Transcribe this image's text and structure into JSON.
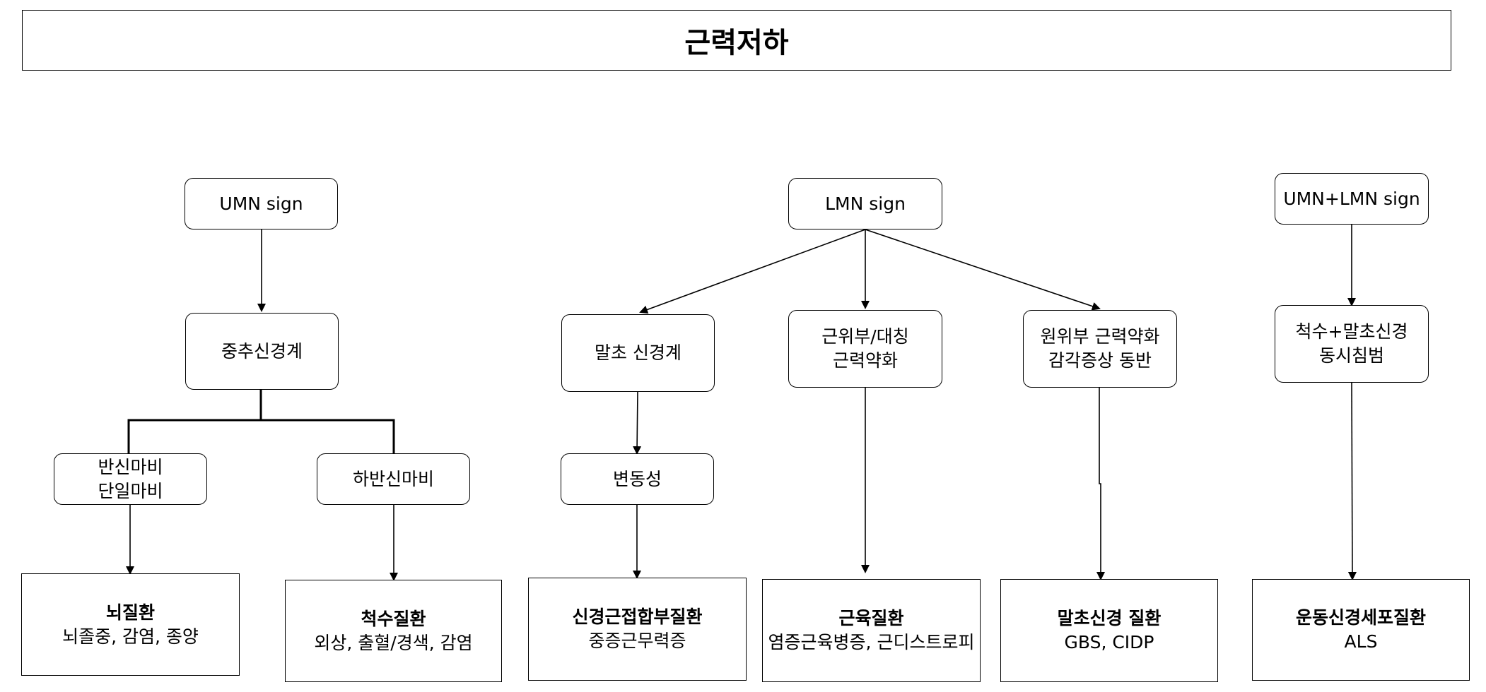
{
  "title": "근력저하",
  "branches": {
    "umn": {
      "sign": "UMN sign",
      "system": "중추신경계",
      "sub1": {
        "line1": "반신마비",
        "line2": "단일마비",
        "result_title": "뇌질환",
        "result_detail": "뇌졸중, 감염, 종양"
      },
      "sub2": {
        "line1": "하반신마비",
        "result_title": "척수질환",
        "result_detail": "외상, 출혈/경색, 감염"
      }
    },
    "lmn": {
      "sign": "LMN sign",
      "peripheral": {
        "label": "말초 신경계",
        "mid": "변동성",
        "result_title": "신경근접합부질환",
        "result_detail": "중증근무력증"
      },
      "proximal": {
        "line1": "근위부/대칭",
        "line2": "근력약화",
        "result_title": "근육질환",
        "result_detail": "염증근육병증, 근디스트로피"
      },
      "distal": {
        "line1": "원위부 근력약화",
        "line2": "감각증상 동반",
        "result_title": "말초신경 질환",
        "result_detail": "GBS, CIDP"
      }
    },
    "both": {
      "sign": "UMN+LMN sign",
      "line1": "척수+말초신경",
      "line2": "동시침범",
      "result_title": "운동신경세포질환",
      "result_detail": "ALS"
    }
  }
}
